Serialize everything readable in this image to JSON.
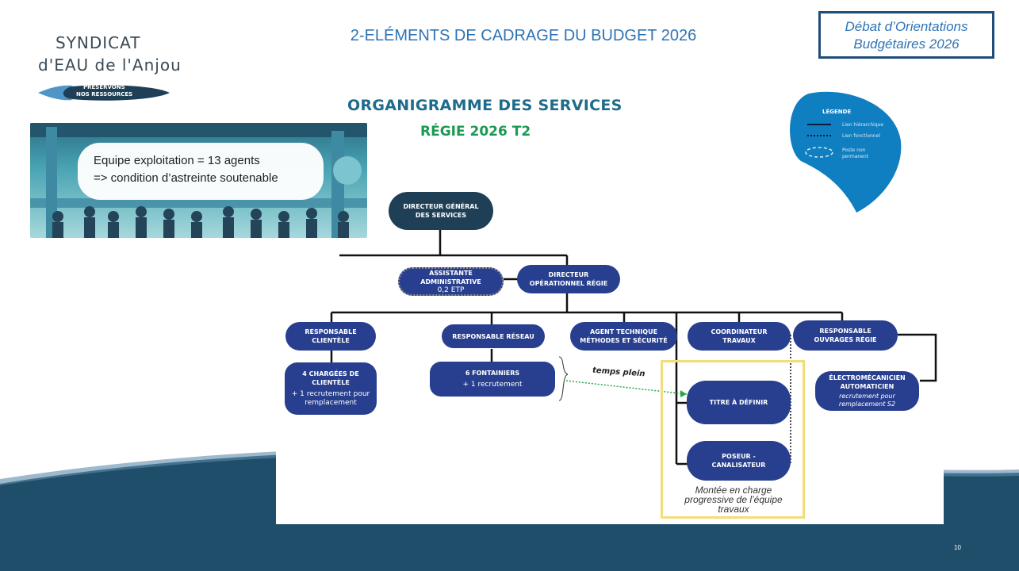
{
  "slide": {
    "title": "2-ELÉMENTS DE CADRAGE DU BUDGET 2026",
    "debat_line1": "Débat d’Orientations",
    "debat_line2": "Budgétaires 2026",
    "page_number": "10"
  },
  "logo": {
    "line1": "SYNDICAT",
    "line2": "d'EAU de l'Anjou",
    "tag_line1": "PRÉSERVONS",
    "tag_line2": "NOS RESSOURCES"
  },
  "banner": {
    "line1": "Equipe exploitation = 13 agents",
    "line2": "=> condition d’astreinte soutenable"
  },
  "org": {
    "title": "ORGANIGRAMME DES SERVICES",
    "subtitle": "RÉGIE 2026 T2",
    "legend": {
      "title": "LÉGENDE",
      "item1": "Lien hiérarchique",
      "item2": "Lien fonctionnel",
      "item3a": "Poste non",
      "item3b": "permanent"
    },
    "dgs": {
      "l1": "DIRECTEUR GÉNÉRAL",
      "l2": "DES SERVICES"
    },
    "assistante": {
      "l1": "ASSISTANTE",
      "l2": "ADMINISTRATIVE",
      "sub": "0,2 ETP"
    },
    "dir_op": {
      "l1": "DIRECTEUR",
      "l2": "OPÉRATIONNEL RÉGIE"
    },
    "resp_clientele": {
      "l1": "RESPONSABLE",
      "l2": "CLIENTÈLE"
    },
    "resp_reseau": {
      "l1": "RESPONSABLE RÉSEAU"
    },
    "agent_tech": {
      "l1": "AGENT TECHNIQUE",
      "l2": "MÉTHODES ET SÉCURITÉ"
    },
    "coordinateur": {
      "l1": "COORDINATEUR",
      "l2": "TRAVAUX"
    },
    "resp_ouvrages": {
      "l1": "RESPONSABLE",
      "l2": "OUVRAGES RÉGIE"
    },
    "chargees": {
      "l1": "4 CHARGÉES DE",
      "l2": "CLIENTÈLE",
      "sub1": "+ 1 recrutement pour",
      "sub2": "remplacement"
    },
    "fontainiers": {
      "l1": "6 FONTAINIERS",
      "sub": "+ 1 recrutement"
    },
    "electro": {
      "l1": "ÉLECTROMÉCANICIEN",
      "l2": "AUTOMATICIEN",
      "sub1": "recrutement pour",
      "sub2": "remplacement S2"
    },
    "titre": {
      "l1": "TITRE À DÉFINIR"
    },
    "poseur": {
      "l1": "POSEUR -",
      "l2": "CANALISATEUR"
    },
    "temps_plein": "temps plein",
    "caption_l1": "Montée en charge",
    "caption_l2": "progressive de l’équipe",
    "caption_l3": "travaux"
  },
  "colors": {
    "title_blue": "#2e74b5",
    "node_blue": "#283f8f",
    "dgs_dark": "#1f3f57",
    "regie_green": "#1a9a52",
    "highlight_yellow": "#f3dc7a",
    "footer_navy": "#1f4e6b"
  }
}
